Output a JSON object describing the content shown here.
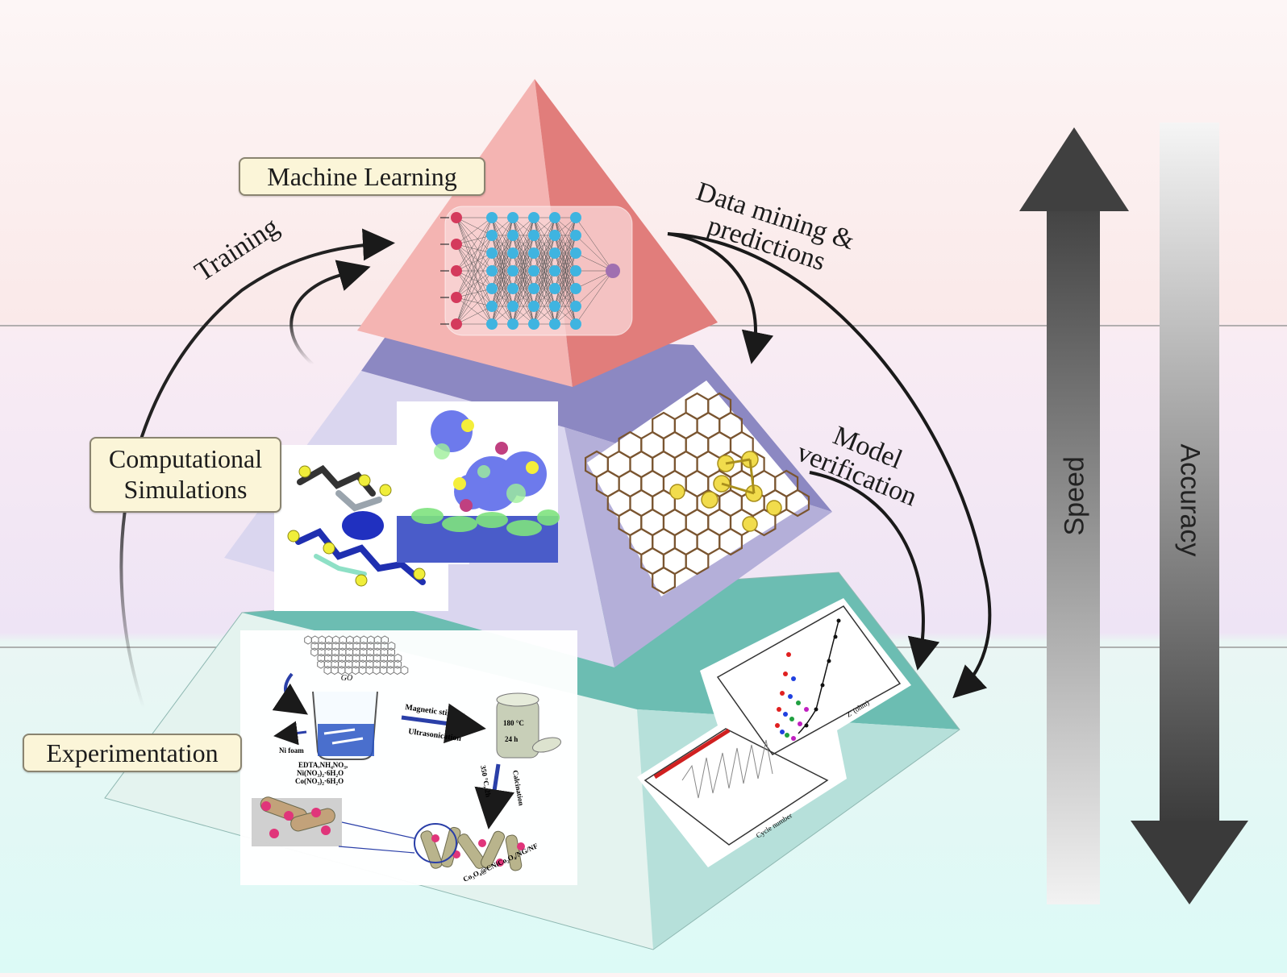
{
  "labels": {
    "machine_learning": "Machine Learning",
    "computational_line1": "Computational",
    "computational_line2": "Simulations",
    "experimentation": "Experimentation"
  },
  "arrows": {
    "training": "Training",
    "data_mining_line1": "Data mining &",
    "data_mining_line2": "predictions",
    "model_verification_line1": "Model",
    "model_verification_line2": "verification"
  },
  "axes": {
    "speed": "Speed",
    "accuracy": "Accuracy"
  },
  "experiment_scheme": {
    "go": "GO",
    "ni_foam": "Ni foam",
    "reagent_1": "EDTA,NH₄NO₃,",
    "reagent_2": "Ni(NO₃)₂·6H₂O",
    "reagent_3": "Co(NO₃)₂·6H₂O",
    "magnetic": "Magnetic stirring",
    "ultrasonication": "Ultrasonication",
    "autoclave_temp": "180 °C",
    "autoclave_time": "24 h",
    "calc_temp": "350 °C, 2h",
    "calcination": "Calcination",
    "product": "Co₃O₄@CNiCo₂O₄/NG/NF"
  },
  "plot_text": {
    "x_label": "Cycle number",
    "z_label": "Z' (ohm)"
  },
  "colors": {
    "top_band": "#fbeeee",
    "mid_band": "#f3e6f4",
    "bottom_band": "#e3f7f4",
    "ml_pyramid_left": "#f2aaa8",
    "ml_pyramid_right": "#e27a78",
    "sim_front": "#dcd8ef",
    "sim_top": "#8f8cc4",
    "sim_right": "#b5b0da",
    "exp_front": "#e3f1ed",
    "exp_top": "#6bbfb3",
    "exp_right": "#b8e2dc",
    "label_bg": "#fbf5d8",
    "arrow_dark": "#555555"
  }
}
